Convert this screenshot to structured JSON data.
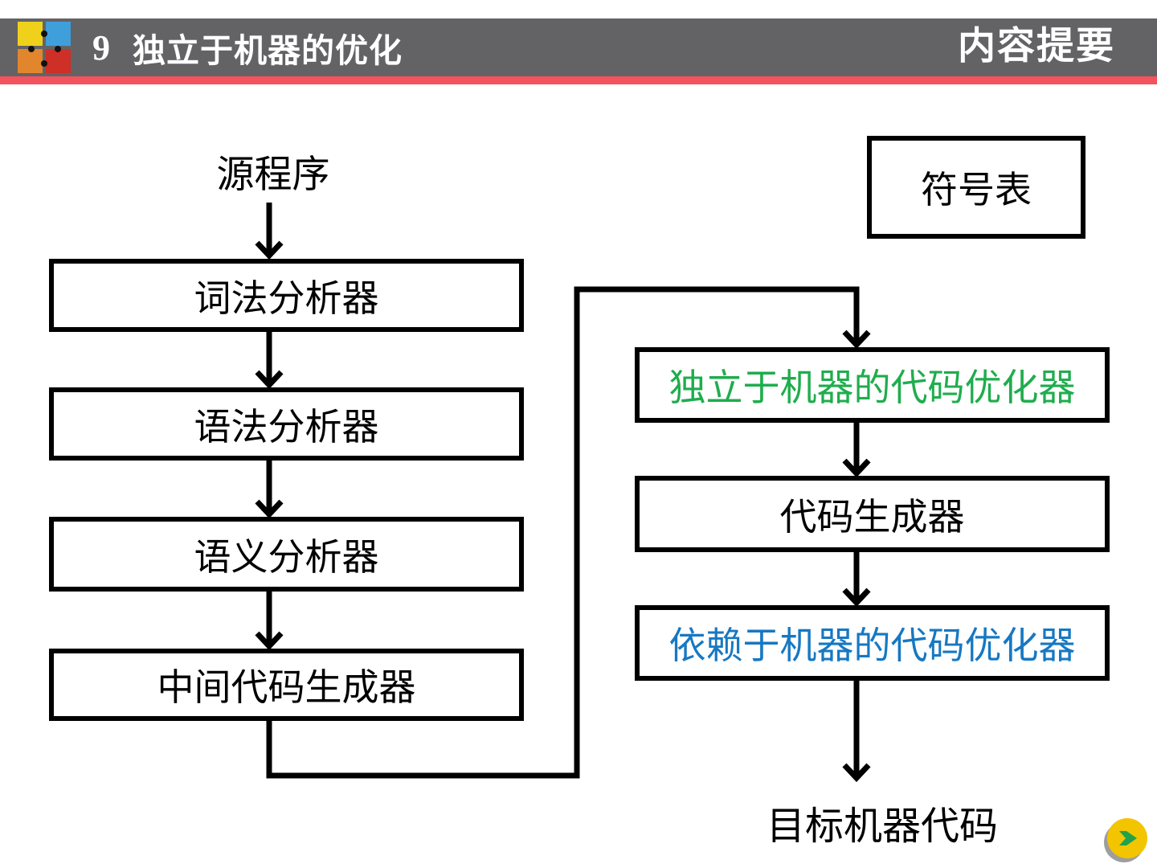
{
  "header": {
    "chapter_number": "9",
    "chapter_title": "独立于机器的优化",
    "corner_title": "内容提要"
  },
  "diagram": {
    "source_label": "源程序",
    "symbol_table_label": "符号表",
    "target_label": "目标机器代码",
    "pipeline_left": [
      "词法分析器",
      "语法分析器",
      "语义分析器",
      "中间代码生成器"
    ],
    "pipeline_right": [
      {
        "label": "独立于机器的代码优化器",
        "color": "#1FAD4D"
      },
      {
        "label": "代码生成器",
        "color": "#000000"
      },
      {
        "label": "依赖于机器的代码优化器",
        "color": "#1778C2"
      }
    ]
  },
  "colors": {
    "header_bar_gray": "#636366",
    "accent_line_red": "#F5525F",
    "box_border_black": "#000000",
    "machine_independent_green": "#1FAD4D",
    "machine_dependent_blue": "#1778C2",
    "nav_button_yellow": "#F2C500",
    "nav_chevron_green": "#21A24D",
    "logo_yellow": "#EFD11C",
    "logo_blue": "#3F9FDB",
    "logo_orange": "#E1862C",
    "logo_red": "#CE2F26"
  },
  "nav": {
    "next_icon": "chevron-right-icon"
  }
}
